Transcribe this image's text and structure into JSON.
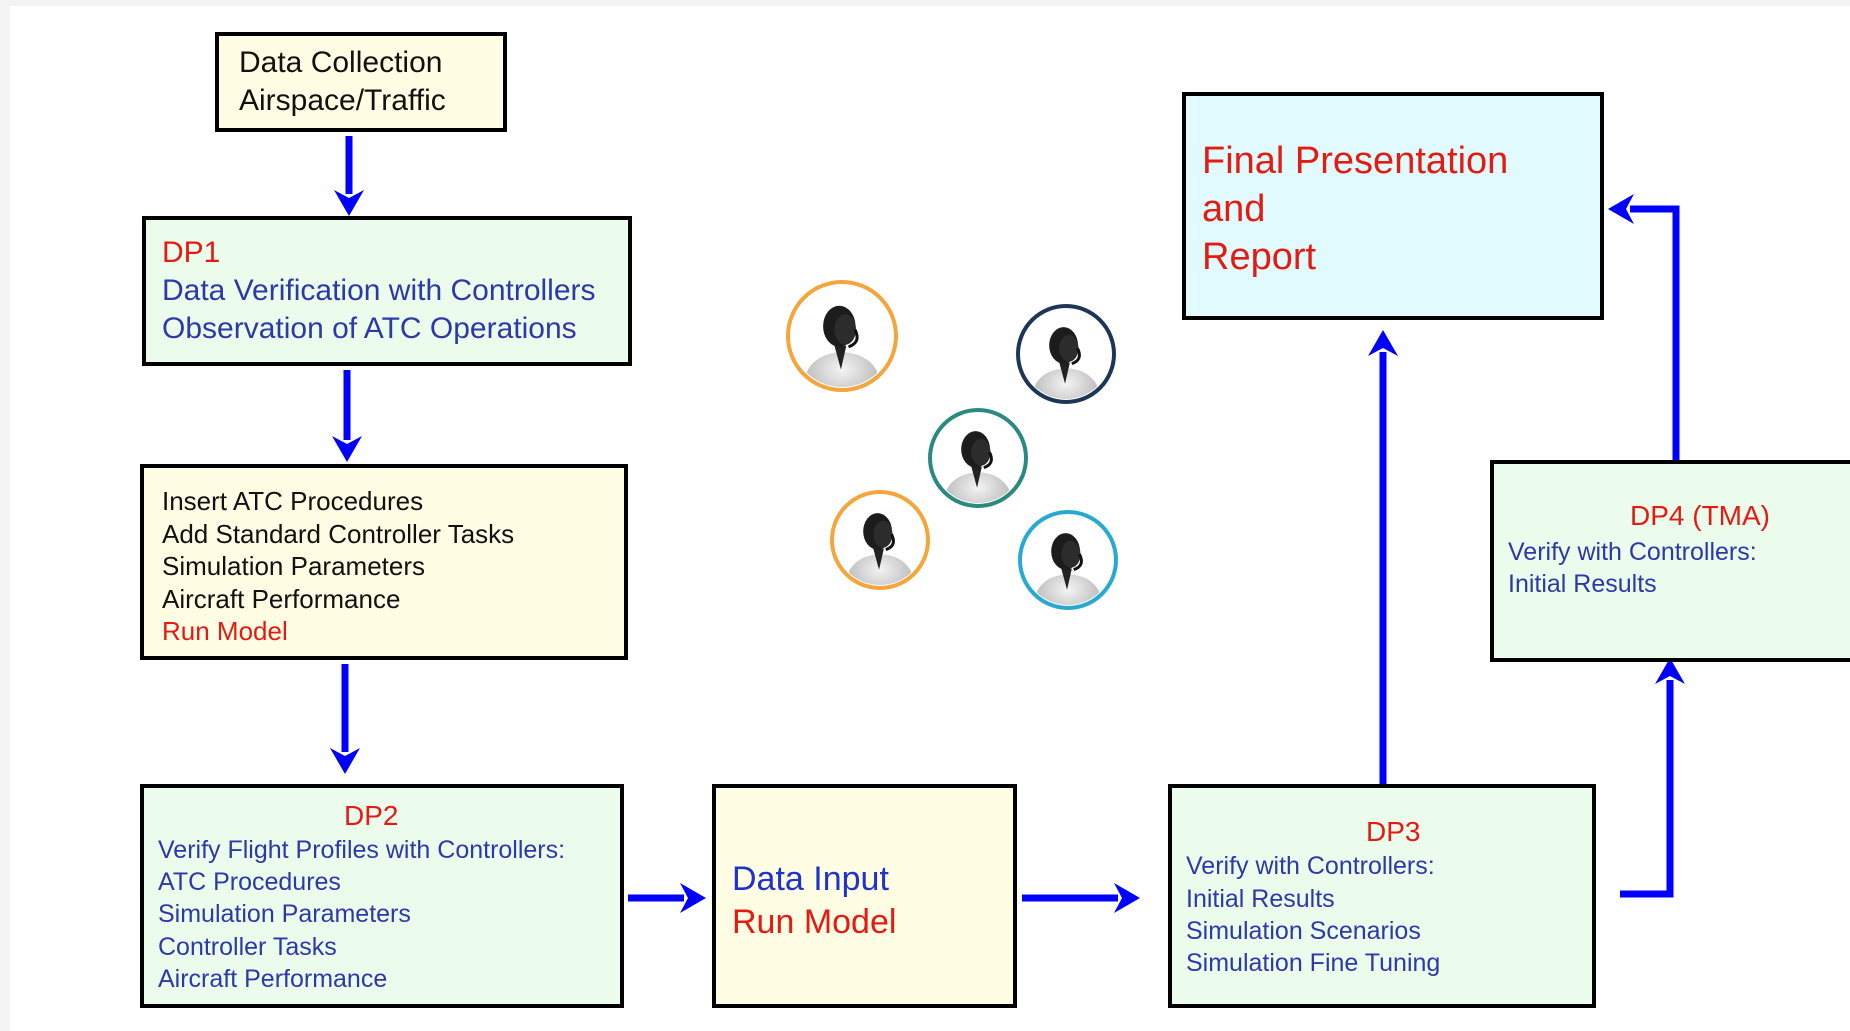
{
  "colors": {
    "arrow": "#0000ff",
    "heading_red": "#e41b13",
    "text_blue": "#2d39a6",
    "box_yellow": "#fffde3",
    "box_green": "#ebfbec",
    "box_cyan": "#e0fafe",
    "ring_orange": "#f4a53c",
    "ring_navy": "#1d3557",
    "ring_teal": "#2b8a7e",
    "ring_cyan": "#27a9d0"
  },
  "boxes": {
    "data_collection": {
      "lines": [
        "Data Collection",
        "Airspace/Traffic"
      ]
    },
    "dp1": {
      "heading": "DP1",
      "lines": [
        "Data Verification with Controllers",
        "Observation of ATC Operations"
      ]
    },
    "setup": {
      "lines": [
        "Insert ATC Procedures",
        "Add Standard Controller Tasks",
        "Simulation Parameters",
        "Aircraft Performance"
      ],
      "highlight": "Run Model"
    },
    "dp2": {
      "heading": "DP2",
      "lines": [
        "Verify Flight Profiles with Controllers:",
        "ATC Procedures",
        "Simulation Parameters",
        "Controller Tasks",
        "Aircraft Performance"
      ]
    },
    "data_input": {
      "line1": "Data Input",
      "line2": "Run Model"
    },
    "dp3": {
      "heading": "DP3",
      "lines": [
        "Verify with Controllers:",
        "Initial Results",
        "Simulation Scenarios",
        "Simulation Fine Tuning"
      ]
    },
    "dp4": {
      "heading": "DP4 (TMA)",
      "lines": [
        "Verify with Controllers:",
        "Initial Results"
      ]
    },
    "final": {
      "lines": [
        "Final Presentation",
        "and",
        "Report"
      ]
    }
  },
  "controllers": {
    "icon": "controller-headset-icon",
    "rings": [
      "orange",
      "navy",
      "teal",
      "orange",
      "cyan"
    ]
  }
}
